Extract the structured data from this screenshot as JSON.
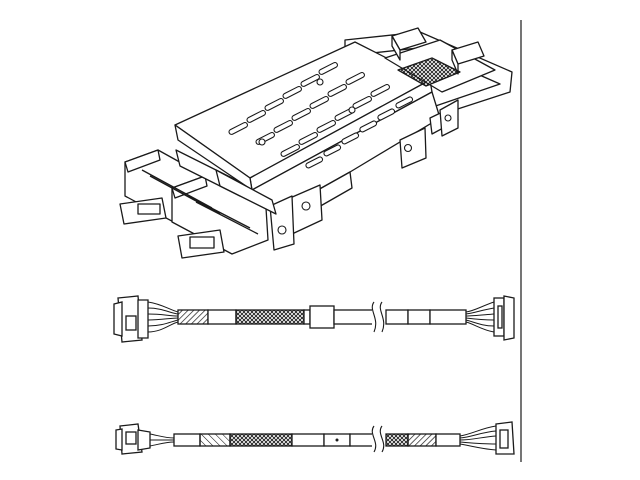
{
  "figure": {
    "parts": [
      {
        "id": "drive-cage",
        "description_visible": false
      },
      {
        "id": "power-cable",
        "description_visible": false
      },
      {
        "id": "data-cable",
        "description_visible": false
      }
    ],
    "colors": {
      "line": "#1a1a1a",
      "background": "#ffffff",
      "hatch": "#1a1a1a"
    }
  }
}
